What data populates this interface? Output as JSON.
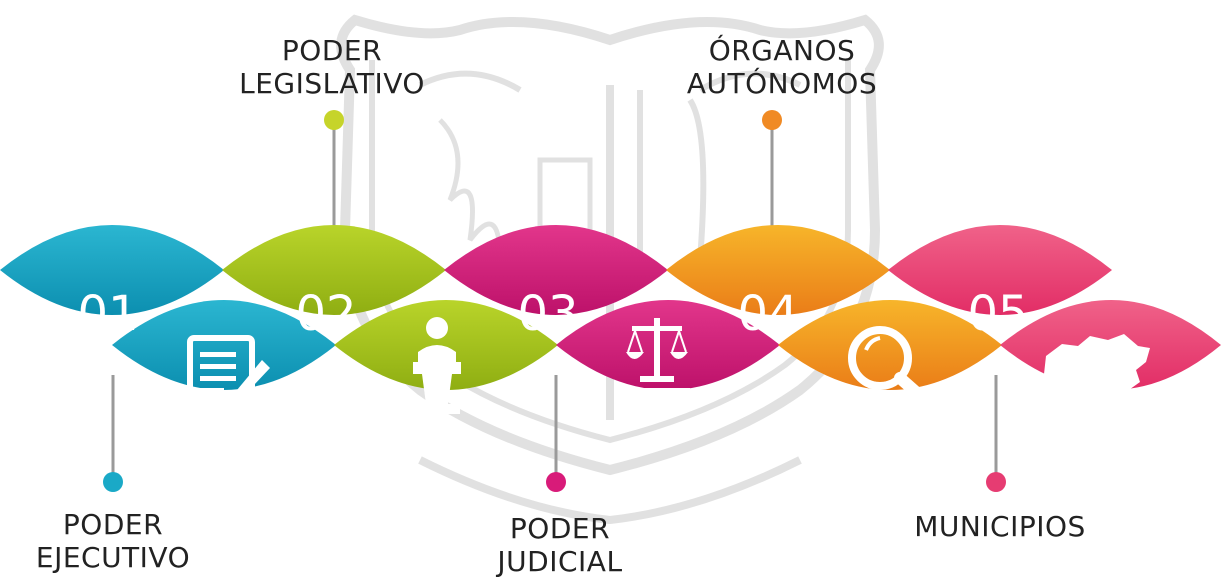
{
  "colors": {
    "teal": "#1aa9c7",
    "green": "#a6c41a",
    "magenta": "#d81b79",
    "orange": "#f39a1e",
    "pink": "#ea3f74",
    "emblem": "#d0d0d0"
  },
  "steps": [
    {
      "number": "01",
      "icon": "clipboard-pen-icon",
      "label_lines": [
        "PODER",
        "EJECUTIVO"
      ]
    },
    {
      "number": "02",
      "icon": "speaker-podium-icon",
      "label_lines": [
        "PODER",
        "LEGISLATIVO"
      ]
    },
    {
      "number": "03",
      "icon": "justice-scales-icon",
      "label_lines": [
        "PODER",
        "JUDICIAL"
      ]
    },
    {
      "number": "04",
      "icon": "magnifier-icon",
      "label_lines": [
        "ÓRGANOS",
        "AUTÓNOMOS"
      ]
    },
    {
      "number": "05",
      "icon": "state-map-icon",
      "label_lines": [
        "MUNICIPIOS"
      ]
    }
  ],
  "background": {
    "icon": "coat-of-arms-icon"
  }
}
